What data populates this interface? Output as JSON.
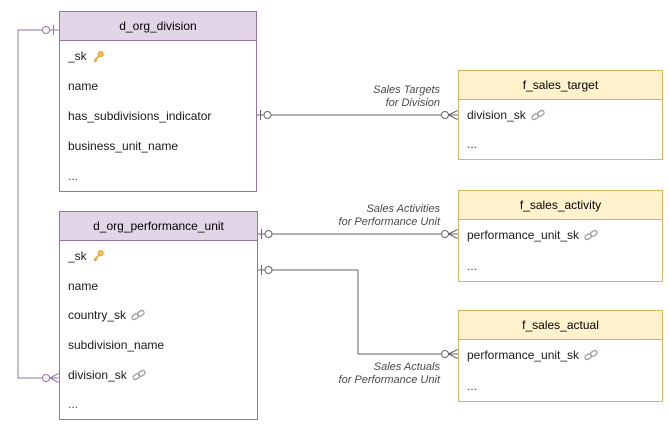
{
  "diagram": {
    "type": "entity-relationship",
    "tables": [
      {
        "name": "d_org_division",
        "category": "dimension",
        "fields": [
          {
            "name": "_sk",
            "icon": "key"
          },
          {
            "name": "name",
            "icon": ""
          },
          {
            "name": "has_subdivisions_indicator",
            "icon": ""
          },
          {
            "name": "business_unit_name",
            "icon": ""
          },
          {
            "name": "...",
            "icon": ""
          }
        ]
      },
      {
        "name": "d_org_performance_unit",
        "category": "dimension",
        "fields": [
          {
            "name": "_sk",
            "icon": "key"
          },
          {
            "name": "name",
            "icon": ""
          },
          {
            "name": "country_sk",
            "icon": "link"
          },
          {
            "name": "subdivision_name",
            "icon": ""
          },
          {
            "name": "division_sk",
            "icon": "link"
          },
          {
            "name": "...",
            "icon": ""
          }
        ]
      },
      {
        "name": "f_sales_target",
        "category": "fact",
        "fields": [
          {
            "name": "division_sk",
            "icon": "link"
          },
          {
            "name": "...",
            "icon": ""
          }
        ]
      },
      {
        "name": "f_sales_activity",
        "category": "fact",
        "fields": [
          {
            "name": "performance_unit_sk",
            "icon": "link"
          },
          {
            "name": "...",
            "icon": ""
          }
        ]
      },
      {
        "name": "f_sales_actual",
        "category": "fact",
        "fields": [
          {
            "name": "performance_unit_sk",
            "icon": "link"
          },
          {
            "name": "...",
            "icon": ""
          }
        ]
      }
    ],
    "relationships": [
      {
        "label_line1": "Sales Targets",
        "label_line2": "for Division",
        "from": "d_org_division",
        "to": "f_sales_target.division_sk",
        "cardinality": "one to zero-or-many"
      },
      {
        "label_line1": "Sales Activities",
        "label_line2": "for Performance Unit",
        "from": "d_org_performance_unit",
        "to": "f_sales_activity.performance_unit_sk",
        "cardinality": "one to zero-or-many"
      },
      {
        "label_line1": "Sales Actuals",
        "label_line2": "for Performance Unit",
        "from": "d_org_performance_unit",
        "to": "f_sales_actual.performance_unit_sk",
        "cardinality": "one to zero-or-many"
      },
      {
        "label_line1": "",
        "label_line2": "",
        "from": "d_org_division",
        "to": "d_org_performance_unit.division_sk",
        "cardinality": "zero-or-one to zero-or-many"
      }
    ],
    "colors": {
      "dimension_header_fill": "#E1D5E7",
      "dimension_border": "#9673A6",
      "fact_header_fill": "#FFF2CC",
      "fact_border": "#D6B656",
      "connector": "#666666",
      "self_connector": "#9673A6",
      "key_icon": "#F0A33C",
      "link_icon": "#9E9E9E",
      "label_text": "#4A4A4A"
    }
  }
}
